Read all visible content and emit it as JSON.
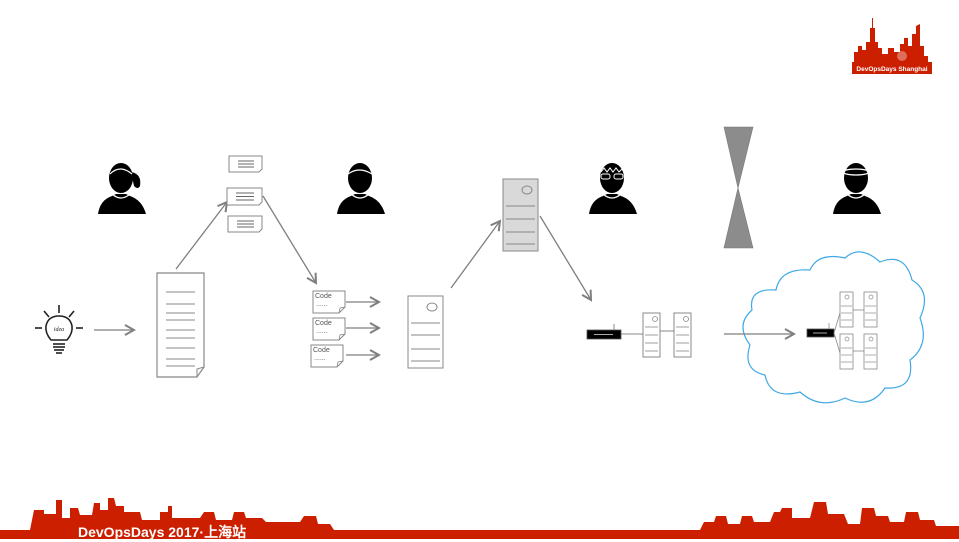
{
  "slide": {
    "brand_color": "#cc1f00",
    "logo": {
      "text": "DevOpsDays Shanghai"
    },
    "footer": {
      "text": "DevOpsDays 2017·上海站"
    },
    "diagram": {
      "stages": [
        {
          "id": "idea",
          "icon": "lightbulb-icon",
          "label": "idea"
        },
        {
          "id": "requirements",
          "icon": "document-icon"
        },
        {
          "id": "user-stories",
          "icon": "card-icon",
          "count": 3
        },
        {
          "id": "code",
          "icon": "code-file-icon",
          "count": 3,
          "label": "Code",
          "sublabel": "......"
        },
        {
          "id": "build-server",
          "icon": "server-icon"
        },
        {
          "id": "test-server",
          "icon": "server-icon"
        },
        {
          "id": "staging",
          "icon": "network-servers-icon"
        },
        {
          "id": "production-cloud",
          "icon": "cloud-cluster-icon"
        }
      ],
      "roles": [
        {
          "id": "product-owner",
          "icon": "woman-avatar-icon"
        },
        {
          "id": "developer",
          "icon": "man-avatar-icon"
        },
        {
          "id": "tester",
          "icon": "glasses-man-avatar-icon"
        },
        {
          "id": "operations",
          "icon": "cap-man-avatar-icon"
        }
      ],
      "divider": {
        "icon": "hourglass-wall-icon",
        "color": "#8c8c8c"
      },
      "colors": {
        "line": "#7f7f7f",
        "cloud": "#3fa9e6",
        "server_fill": "#d9d9d9"
      }
    }
  }
}
